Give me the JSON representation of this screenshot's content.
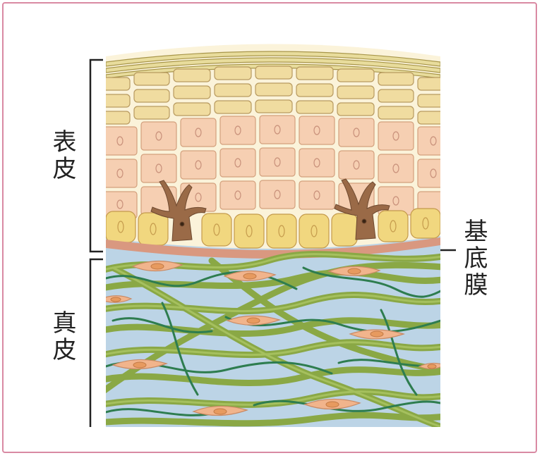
{
  "labels": {
    "epidermis": "表皮",
    "dermis": "真皮",
    "basement_membrane": "基底膜"
  },
  "colors": {
    "frame": "#d98aa3",
    "stratum_corneum": "#e8dc9c",
    "granular_cell": "#f0dca0",
    "spinous_cell": "#f6cfb2",
    "cell_gap": "#fbf3da",
    "basal_cell": "#f1d77f",
    "basement_membrane": "#d99880",
    "dermis_background": "#bcd4e6",
    "collagen_fiber": "#8aa845",
    "elastic_fiber": "#2e7d4f",
    "fibroblast": "#f1b48c",
    "melanocyte": "#9a6a47"
  }
}
